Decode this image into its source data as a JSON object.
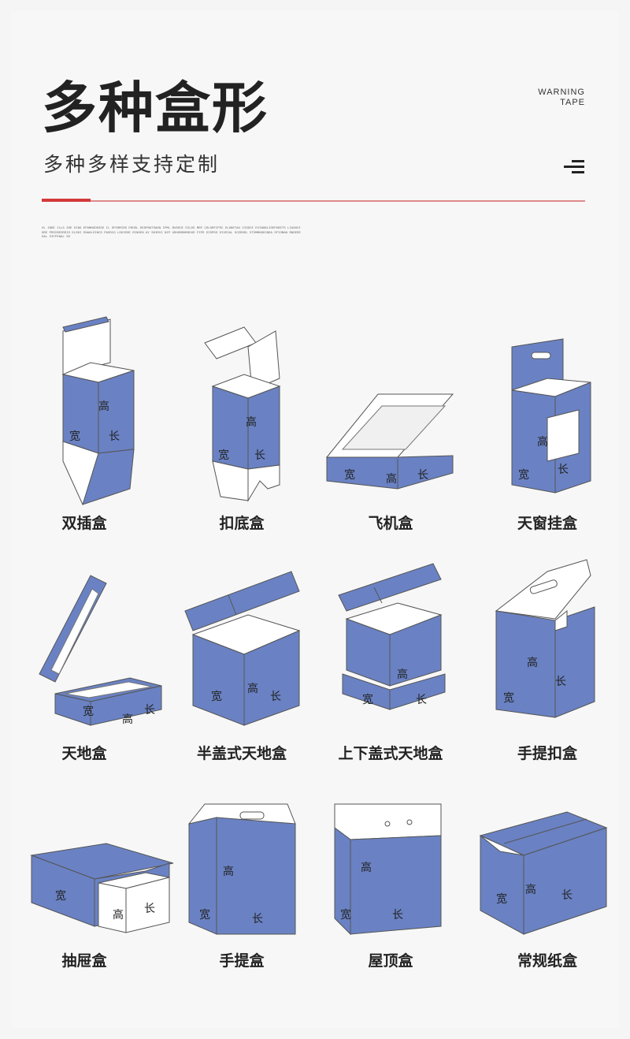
{
  "header": {
    "title": "多种盒形",
    "subtitle": "多种多样支持定制",
    "badge_line1": "WARNING",
    "badge_line2": "TAPE",
    "fine_print": "OL INDE ILLS ZHE SING EPAMNODESOE IL SPIMMISD ERODL DEDFMATSADN IPML RUSEHI DILDS MRF CDLSRFCPSC ELGNETAU CISDCE EVINGBLIDEPGRETS LIASGVIDRE PRSIBRIRDIS ELSHI ENAGLSINCS PASDCG LSHIEOE RINOEN AY SHIRVI NIP UDHOMDHMSDUD FIPD DISPDS DIVDIAL SCERODL STOMMUBOINDA SFIOMAN RNDEREDAL SIFFENAL SO"
  },
  "colors": {
    "box_blue": "#6a82c4",
    "box_white": "#ffffff",
    "line": "#555555",
    "accent_red": "#d23a3a"
  },
  "boxes": [
    {
      "name": "双插盒",
      "w": "宽",
      "h": "高",
      "l": "长"
    },
    {
      "name": "扣底盒",
      "w": "宽",
      "h": "高",
      "l": "长"
    },
    {
      "name": "飞机盒",
      "w": "宽",
      "h": "高",
      "l": "长"
    },
    {
      "name": "天窗挂盒",
      "w": "宽",
      "h": "高",
      "l": "长"
    },
    {
      "name": "天地盒",
      "w": "宽",
      "h": "高",
      "l": "长"
    },
    {
      "name": "半盖式天地盒",
      "w": "宽",
      "h": "高",
      "l": "长"
    },
    {
      "name": "上下盖式天地盒",
      "w": "宽",
      "h": "高",
      "l": "长"
    },
    {
      "name": "手提扣盒",
      "w": "宽",
      "h": "高",
      "l": "长"
    },
    {
      "name": "抽屉盒",
      "w": "宽",
      "h": "高",
      "l": "长"
    },
    {
      "name": "手提盒",
      "w": "宽",
      "h": "高",
      "l": "长"
    },
    {
      "name": "屋顶盒",
      "w": "宽",
      "h": "高",
      "l": "长"
    },
    {
      "name": "常规纸盒",
      "w": "宽",
      "h": "高",
      "l": "长"
    }
  ]
}
